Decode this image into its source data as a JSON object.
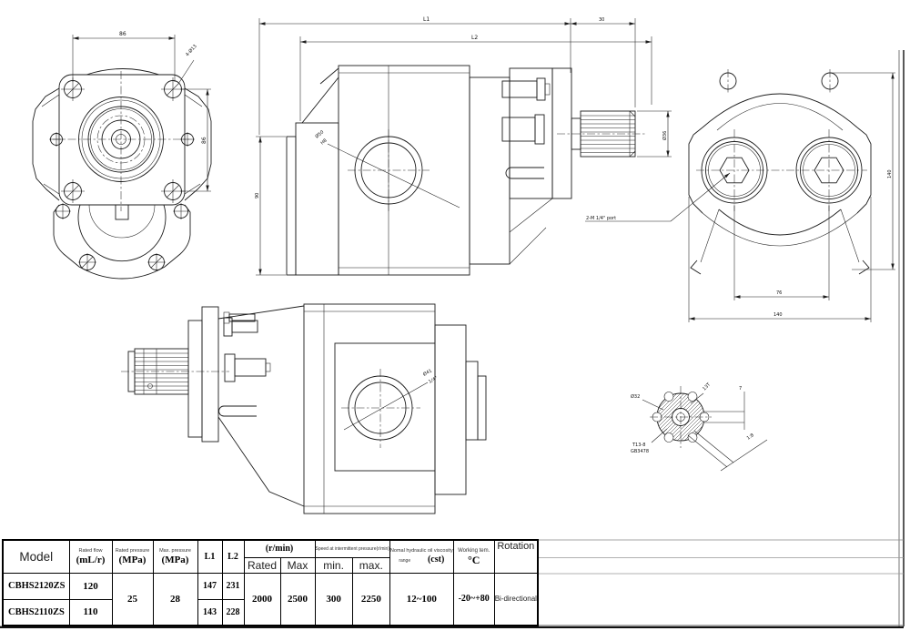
{
  "table": {
    "headers": {
      "model": "Model",
      "rated_flow_l1": "Rated flow",
      "rated_flow_l2": "(mL/r)",
      "rated_pressure_l1": "Rated pressure",
      "rated_pressure_l2": "(MPa)",
      "max_pressure_l1": "Max. pressure",
      "max_pressure_l2": "(MPa)",
      "l1": "L1",
      "l2": "L2",
      "speed_group": "(r/min)",
      "speed_rated": "Rated",
      "speed_max": "Max",
      "intermittent_group": "Speed at intermittent pressure(r/min)",
      "intermittent_min": "min.",
      "intermittent_max": "max.",
      "viscosity_l1": "Nomal hydraulic oil viscosity",
      "viscosity_l2a": "range",
      "viscosity_l2b": "(cst)",
      "working_tem_l1": "Working tem.",
      "working_tem_l2": "°C",
      "rotation": "Rotation"
    },
    "rows": [
      {
        "model": "CBHS2120ZS",
        "rated_flow": "120",
        "l1": "147",
        "l2": "231"
      },
      {
        "model": "CBHS2110ZS",
        "rated_flow": "110",
        "l1": "143",
        "l2": "228"
      }
    ],
    "shared": {
      "rated_pressure": "25",
      "max_pressure": "28",
      "speed_rated": "2000",
      "speed_max": "2500",
      "intermittent_min": "300",
      "intermittent_max": "2250",
      "viscosity_range": "12~100",
      "working_tem": "-20~+80",
      "rotation": "Bi-directional"
    }
  },
  "drawing": {
    "front_view": {
      "dim_width": "86",
      "dim_height": "86",
      "bolt_callout": "4-Ø13"
    },
    "side_view": {
      "dim_top": "L1",
      "dim_body": "L2",
      "dim_shaft_len": "30",
      "dim_left": "90",
      "dim_shaft_dia": "Ø36",
      "port_callout_1": "Ø50",
      "port_callout_2": "H8",
      "plug_callout": "2-M 1/4\" port"
    },
    "rear_view": {
      "dim_height": "140",
      "dim_port_span": "76",
      "dim_width": "140"
    },
    "bottom_view": {
      "port_callout_1": "Ø41",
      "port_callout_2": "1/4\""
    },
    "section_view": {
      "dia": "Ø32",
      "teeth": "13T",
      "spline_1": "T13-8",
      "spline_2": "GB3478",
      "taper": "1:8",
      "width": "7"
    }
  }
}
